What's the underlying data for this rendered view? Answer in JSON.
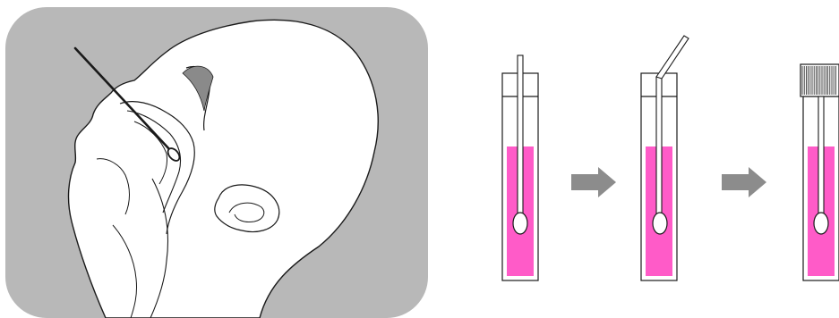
{
  "colors": {
    "panel_bg": "#b8b8b8",
    "head_fill": "#ffffff",
    "line": "#1a1a1a",
    "medium": "#ff5bc8",
    "arrow": "#8c8c8c"
  },
  "icons": {
    "swab": "nasopharyngeal-swab-icon",
    "tube": "test-tube-icon",
    "arrow": "arrow-right-icon",
    "cap": "screw-cap-icon"
  },
  "steps": [
    {
      "id": "insert",
      "swab_state": "inserted-straight",
      "capped": false
    },
    {
      "id": "break",
      "swab_state": "shaft-broken",
      "capped": false
    },
    {
      "id": "cap",
      "swab_state": "sealed",
      "capped": true
    }
  ]
}
